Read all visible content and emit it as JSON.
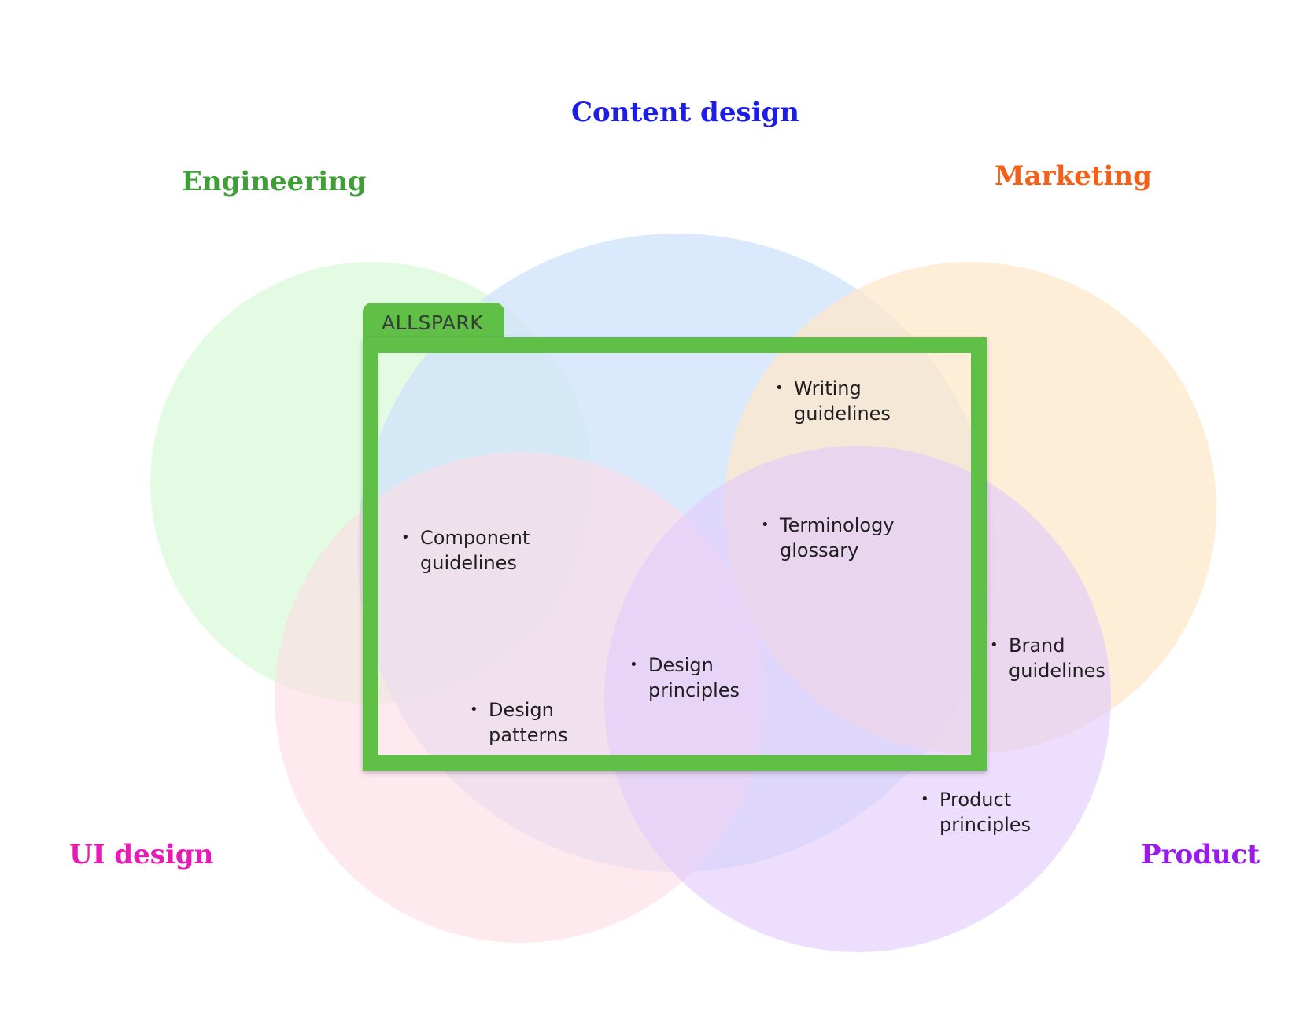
{
  "groups": {
    "content_design": {
      "label": "Content design",
      "color": "#1d1de8",
      "fill": "#cfe2fb"
    },
    "engineering": {
      "label": "Engineering",
      "color": "#3f9e38",
      "fill": "#e0fbe0"
    },
    "marketing": {
      "label": "Marketing",
      "color": "#f56018",
      "fill": "#fde7c9"
    },
    "ui_design": {
      "label": "UI design",
      "color": "#e819b4",
      "fill": "#fddde7"
    },
    "product": {
      "label": "Product",
      "color": "#9a19ee",
      "fill": "#e8d6fc"
    }
  },
  "frame": {
    "label": "ALLSPARK",
    "color": "#5fbf47"
  },
  "items": {
    "writing_guidelines": [
      "Writing",
      "guidelines"
    ],
    "component_guidelines": [
      "Component",
      "guidelines"
    ],
    "terminology_glossary": [
      "Terminology",
      "glossary"
    ],
    "brand_guidelines": [
      "Brand",
      "guidelines"
    ],
    "design_principles": [
      "Design",
      "principles"
    ],
    "design_patterns": [
      "Design",
      "patterns"
    ],
    "product_principles": [
      "Product",
      "principles"
    ]
  }
}
